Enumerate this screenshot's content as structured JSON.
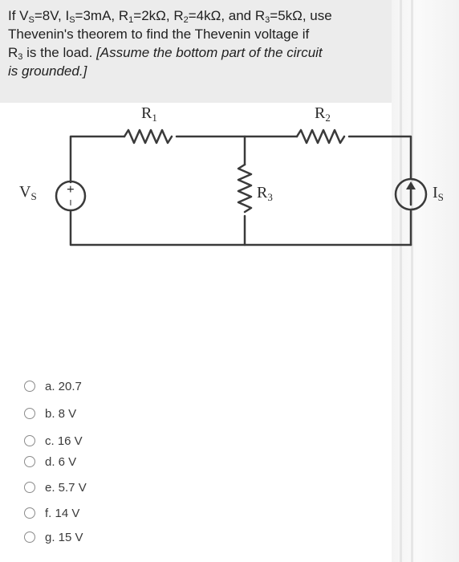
{
  "question": {
    "line1_a": "If V",
    "line1_sub_s": "S",
    "line1_b": "=8V, I",
    "line1_sub_s2": "S",
    "line1_c": "=3mA, R",
    "line1_sub_1": "1",
    "line1_d": "=2kΩ, R",
    "line1_sub_2": "2",
    "line1_e": "=4kΩ, and R",
    "line1_sub_3": "3",
    "line1_f": "=5kΩ, use",
    "line2": "Thevenin's theorem to find the Thevenin voltage if",
    "line3_a": "R",
    "line3_sub": "3",
    "line3_b": " is the load.  ",
    "line3_italic": "[Assume the bottom part of the circuit",
    "line4_italic": "is grounded.]"
  },
  "circuit": {
    "vs_label": "V",
    "vs_sub": "S",
    "is_label": "I",
    "is_sub": "S",
    "r1_label": "R",
    "r1_sub": "1",
    "r2_label": "R",
    "r2_sub": "2",
    "r3_label": "R",
    "r3_sub": "3",
    "plus_sign": "+",
    "minus_sign": "−"
  },
  "options": [
    {
      "label": "a. 20.7"
    },
    {
      "label": "b. 8 V"
    },
    {
      "label": "c. 16 V"
    },
    {
      "label": "d. 6 V"
    },
    {
      "label": "e. 5.7 V"
    },
    {
      "label": "f. 14 V"
    },
    {
      "label": "g. 15 V"
    }
  ]
}
